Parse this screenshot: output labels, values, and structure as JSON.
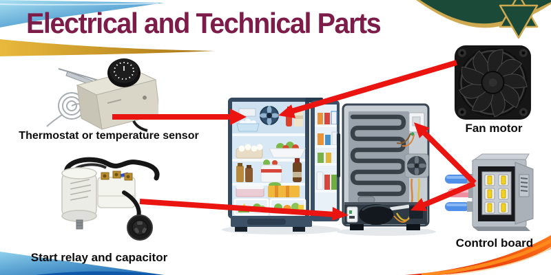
{
  "header": {
    "title": "Electrical and Technical Parts"
  },
  "parts": {
    "thermostat": {
      "label": "Thermostat or temperature sensor"
    },
    "start_relay": {
      "label": "Start relay and capacitor"
    },
    "fan_motor": {
      "label": "Fan motor"
    },
    "control_board": {
      "label": "Control board"
    }
  },
  "colors": {
    "title_text": "#7d1b49",
    "label_text": "#0d0d0d",
    "arrow_red": "#ea1410",
    "banner_green": "#1c4a38",
    "banner_gold": "#cfa94f",
    "wave_blue": "#1f78c0",
    "swirl_gold": "#d9a52e",
    "swirl_red": "#e63911"
  }
}
